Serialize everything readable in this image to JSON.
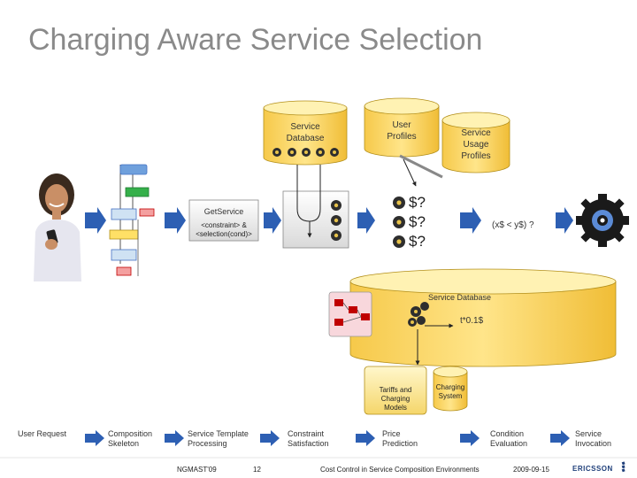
{
  "title": "Charging Aware Service Selection",
  "db_top_label": "Service Database",
  "user_profiles_label": "User Profiles",
  "usage_profiles_label": "Service Usage Profiles",
  "getservice_label": "GetService",
  "constraint_label": "<constraint> & <selection(cond)>",
  "dollar_marks": [
    "$?",
    "$?",
    "$?"
  ],
  "condition_expr": "(x$ < y$) ?",
  "db_bottom_label": "Service Database",
  "price_label": "t*0.1$",
  "tariffs_label": "Tariffs and Charging Models",
  "charging_system_label": "Charging System",
  "steps": [
    "User Request",
    "Composition Skeleton",
    "Service Template Processing",
    "Constraint Satisfaction",
    "Price Prediction",
    "Condition Evaluation",
    "Service Invocation"
  ],
  "footer": {
    "left": "NGMAST'09",
    "page": "12",
    "center": "Cost Control in Service Composition Environments",
    "date": "2009-09-15",
    "brand": "ERICSSON"
  },
  "colors": {
    "cylinder_fill": "#ffd966",
    "cylinder_top": "#fff2b3",
    "arrow_blue": "#4472c4",
    "gear": "#2e2e2e",
    "gear_accent": "#e8c34a"
  }
}
